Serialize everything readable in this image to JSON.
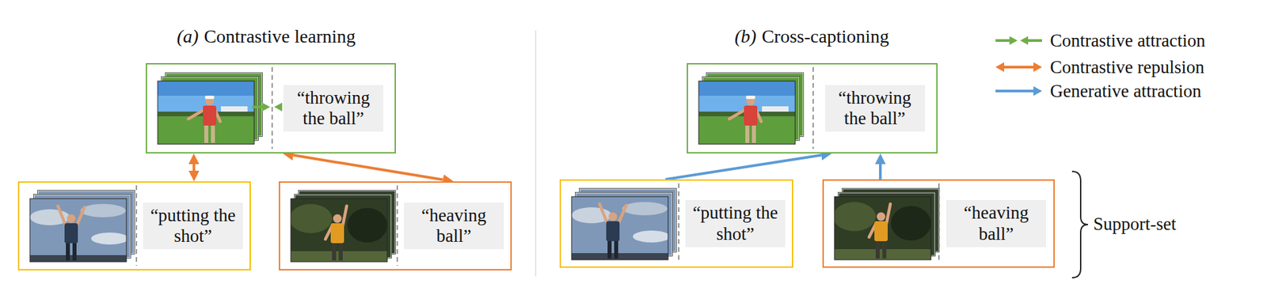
{
  "diagram": {
    "nodes": [
      {
        "text": [
          "“throwing the ball”"
        ]
      },
      {
        "text": [
          "“putting the shot”"
        ]
      },
      {
        "text": [
          "“heaving ball”"
        ]
      },
      {
        "text": [
          "“throwing the ball”"
        ]
      },
      {
        "text": [
          "“putting the shot”"
        ]
      },
      {
        "text": [
          "“heaving ball”"
        ]
      }
    ],
    "edges": [
      {
        "from": 0,
        "to": 1,
        "arrow": "both"
      },
      {
        "from": 0,
        "to": 2,
        "arrow": "both"
      },
      {
        "from": 4,
        "to": 3,
        "arrow": "to"
      },
      {
        "from": 5,
        "to": 3,
        "arrow": "to"
      }
    ],
    "labels": [
      "(a)",
      "Contrastive learning",
      "(b)",
      "Cross-captioning",
      "Support-set"
    ],
    "legend": [
      {
        "text": "Contrastive attraction"
      },
      {
        "text": "Contrastive repulsion"
      },
      {
        "text": "Generative attraction"
      }
    ]
  }
}
